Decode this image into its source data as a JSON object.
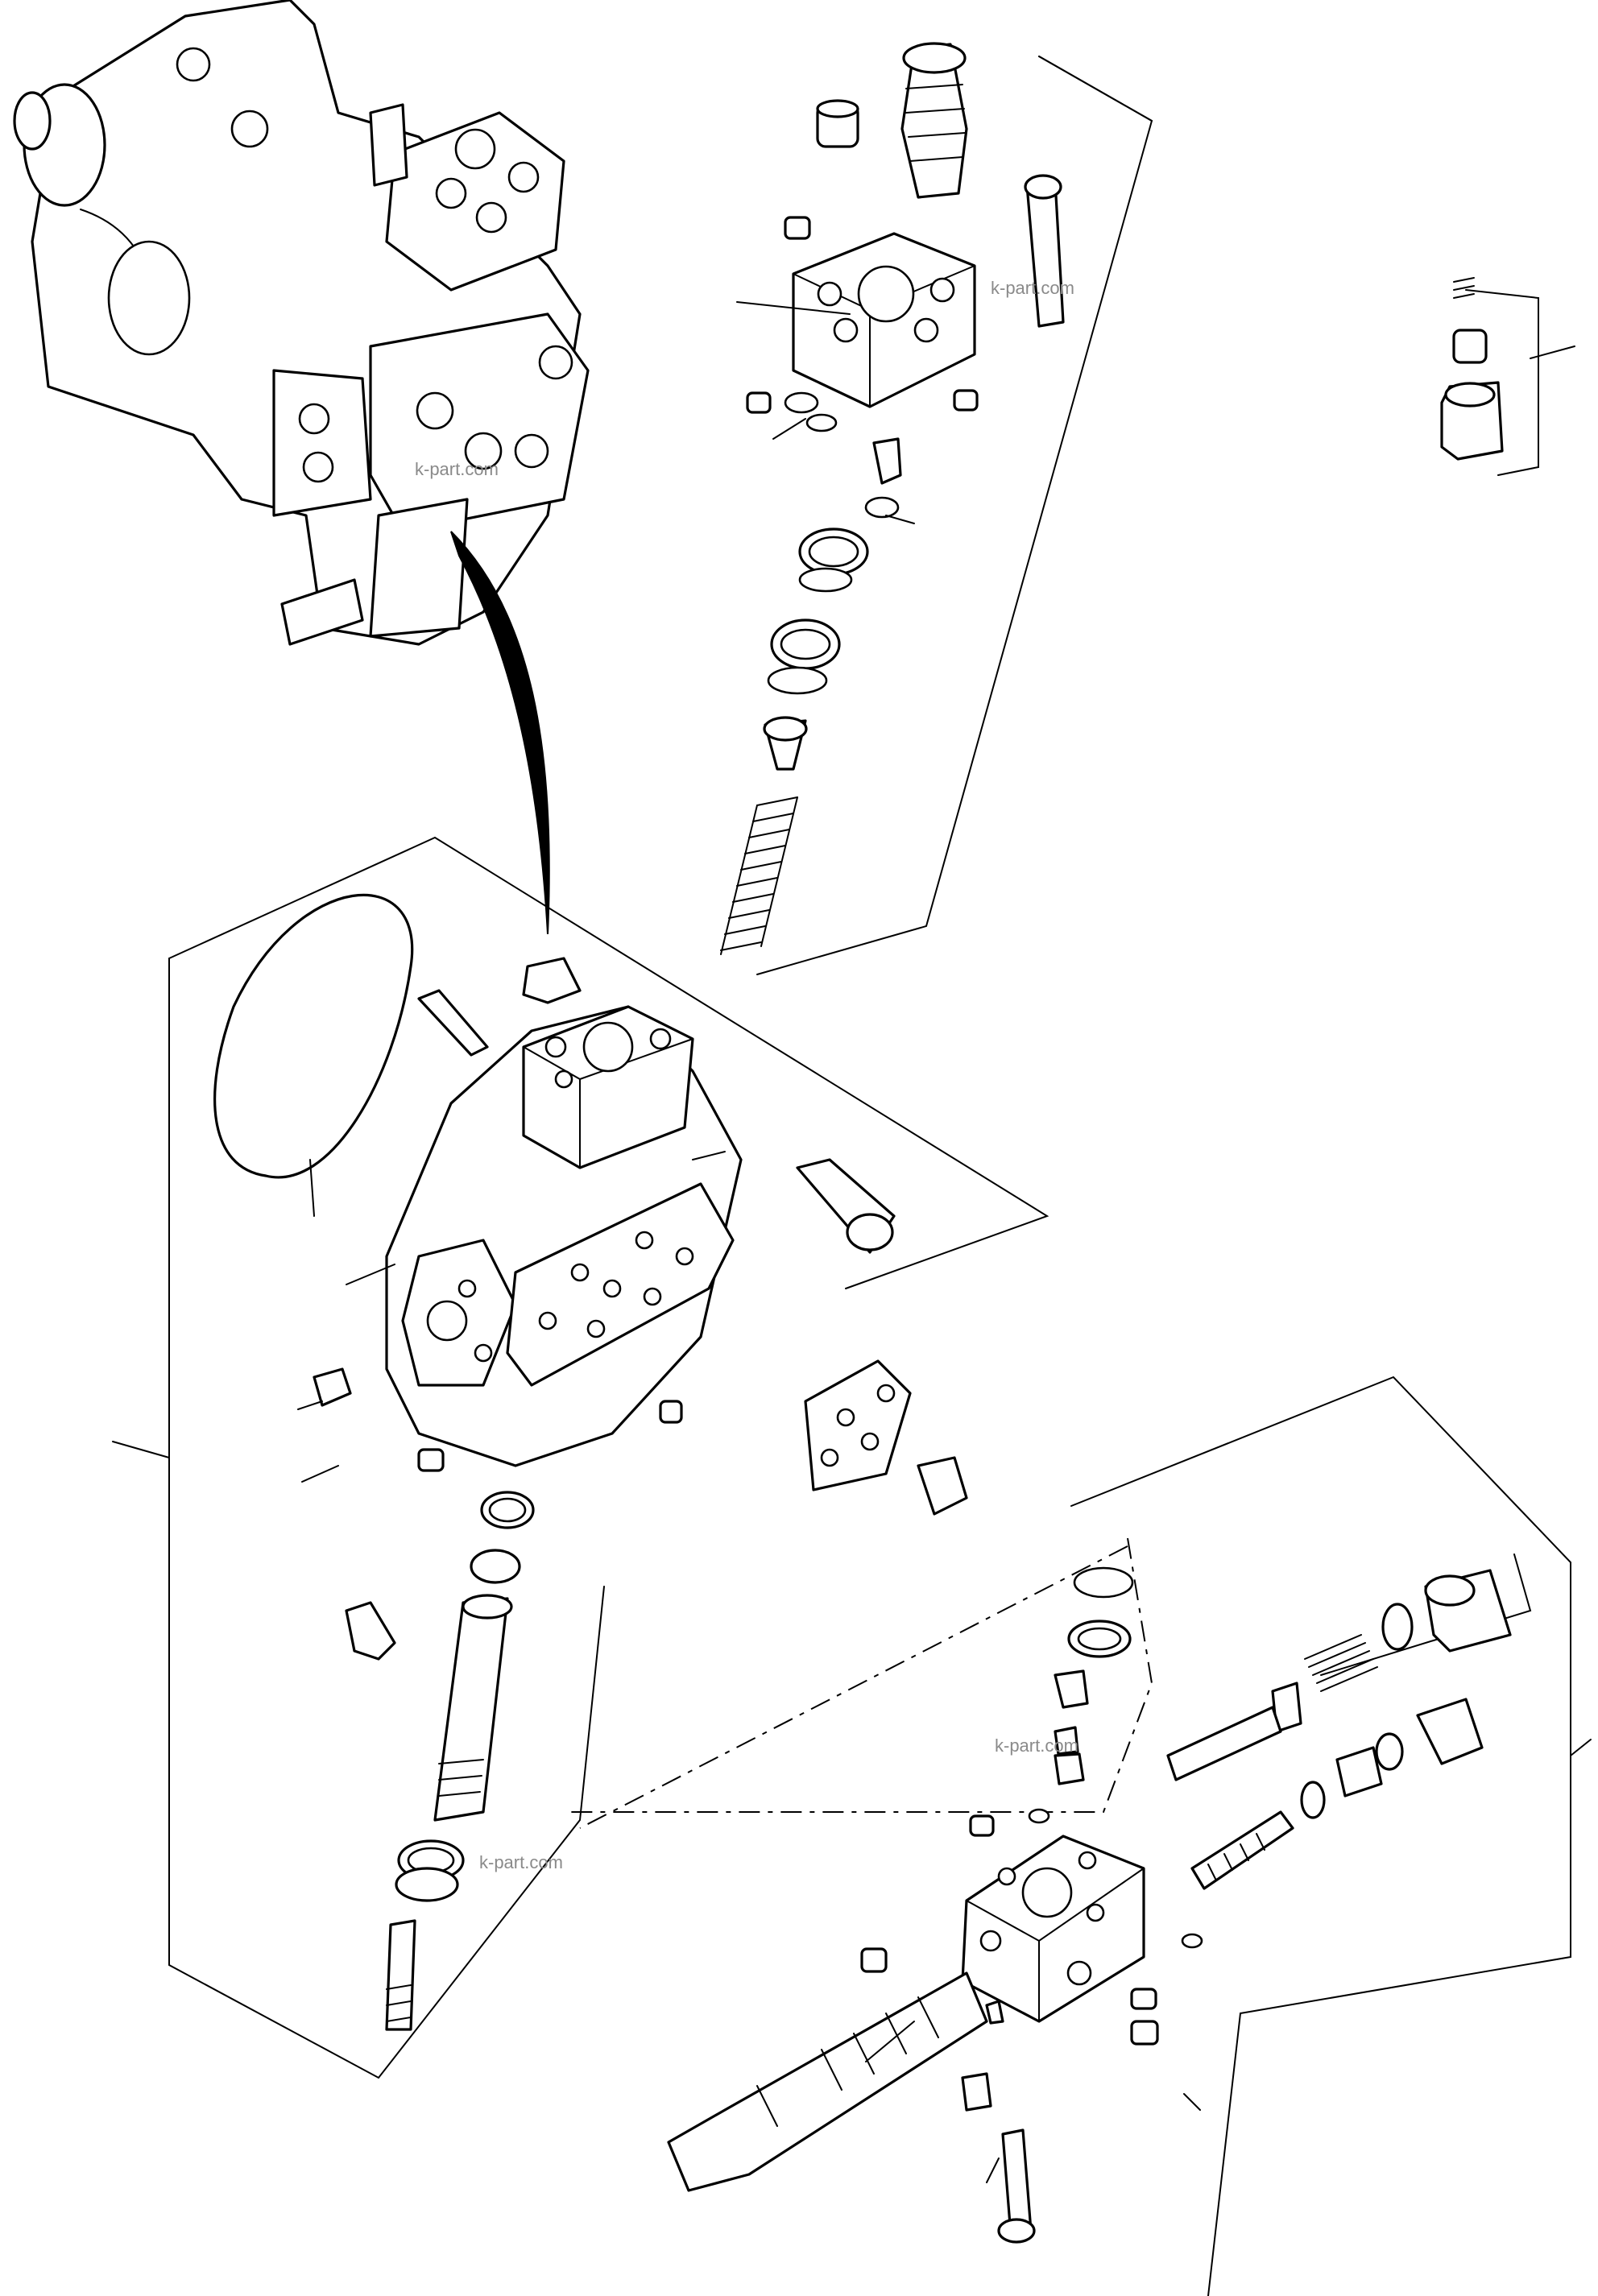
{
  "diagram": {
    "type": "exploded-parts-drawing",
    "watermarks": [
      {
        "text": "k-part.com"
      },
      {
        "text": "k-part.com"
      },
      {
        "text": "k-part.com"
      },
      {
        "text": "k-part.com"
      }
    ],
    "colors": {
      "line": "#000000",
      "background": "#ffffff",
      "watermark": "#8a8a8a"
    }
  }
}
